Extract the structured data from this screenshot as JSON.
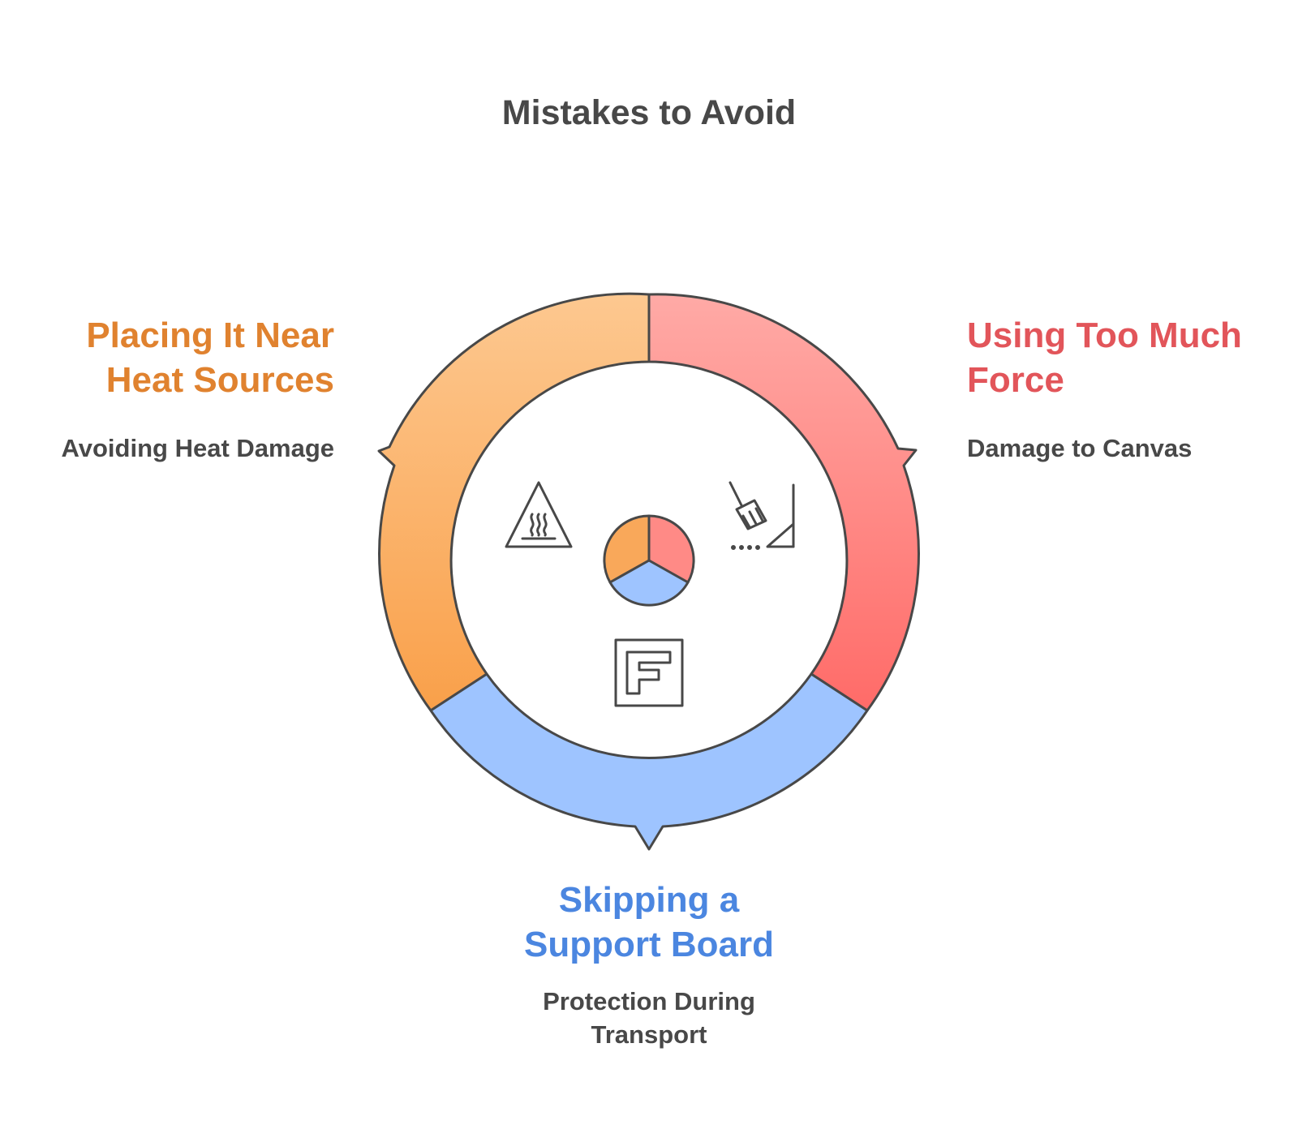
{
  "title": "Mistakes to Avoid",
  "segments": [
    {
      "key": "heat",
      "heading": "Placing It Near\nHeat Sources",
      "description": "Avoiding Heat Damage",
      "color": "#e0822f",
      "fill_top": "#fdc890",
      "fill_bottom": "#f9a04a",
      "icon": "hot-surface-warning-icon"
    },
    {
      "key": "force",
      "heading": "Using Too Much\nForce",
      "description": "Damage to Canvas",
      "color": "#e2555a",
      "fill_top": "#ffaaa6",
      "fill_bottom": "#ff6b68",
      "icon": "scraping-tool-icon"
    },
    {
      "key": "board",
      "heading": "Skipping a\nSupport Board",
      "description": "Protection During\nTransport",
      "color": "#4b86e0",
      "fill_top": "#9ec4ff",
      "fill_bottom": "#9ec4ff",
      "icon": "support-board-icon"
    }
  ],
  "outline_color": "#484848"
}
